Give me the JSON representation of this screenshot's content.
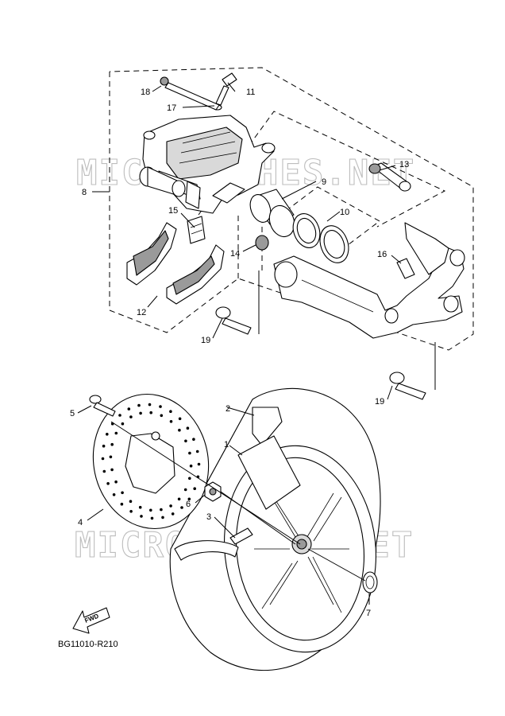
{
  "diagram": {
    "drawing_code": "BG11010-R210",
    "watermark_text": "MICROFICHES.NET",
    "fwd_label": "FWD",
    "callouts": {
      "c1": "1",
      "c2": "2",
      "c3": "3",
      "c4": "4",
      "c5": "5",
      "c6": "6",
      "c7": "7",
      "c8": "8",
      "c9": "9",
      "c10": "10",
      "c11": "11",
      "c12": "12",
      "c13": "13",
      "c14": "14",
      "c15": "15",
      "c16": "16",
      "c17": "17",
      "c18": "18",
      "c19a": "19",
      "c19b": "19"
    }
  }
}
